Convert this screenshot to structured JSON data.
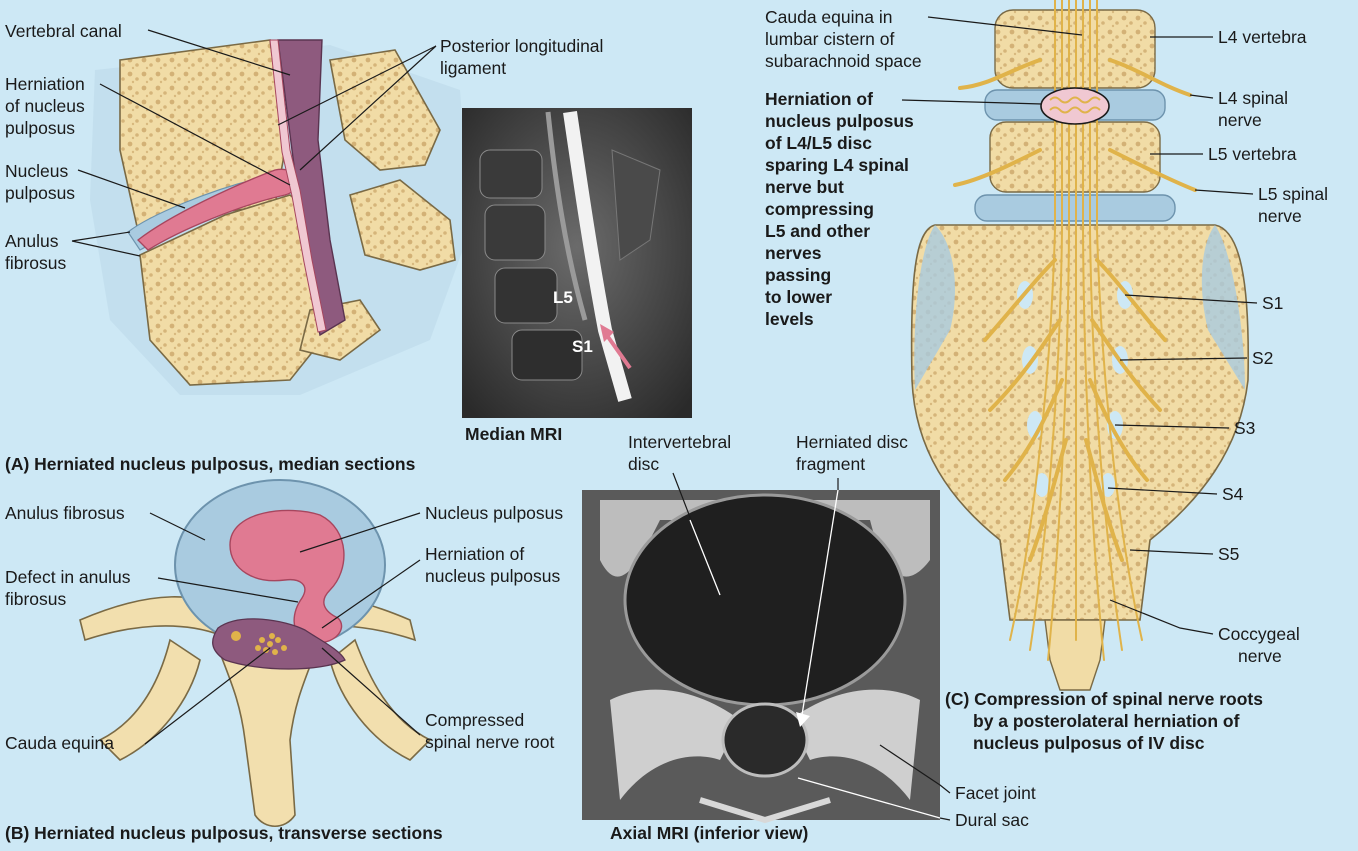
{
  "panel_a": {
    "caption": "(A) Herniated nucleus pulposus, median sections",
    "mri_caption": "Median MRI",
    "labels": {
      "vertebral_canal": "Vertebral canal",
      "herniation_1": "Herniation",
      "herniation_2": "of nucleus",
      "herniation_3": "pulposus",
      "nucleus_1": "Nucleus",
      "nucleus_2": "pulposus",
      "anulus_1": "Anulus",
      "anulus_2": "fibrosus",
      "pll_1": "Posterior longitudinal",
      "pll_2": "ligament",
      "mri_l5": "L5",
      "mri_s1": "S1"
    }
  },
  "panel_b": {
    "caption": "(B) Herniated nucleus pulposus, transverse sections",
    "mri_caption": "Axial MRI (inferior view)",
    "labels": {
      "anulus": "Anulus fibrosus",
      "defect_1": "Defect in anulus",
      "defect_2": "fibrosus",
      "nucleus": "Nucleus pulposus",
      "herniation_1": "Herniation of",
      "herniation_2": "nucleus pulposus",
      "cauda": "Cauda equina",
      "compressed_1": "Compressed",
      "compressed_2": "spinal nerve root",
      "iv_disc_1": "Intervertebral",
      "iv_disc_2": "disc",
      "fragment_1": "Herniated disc",
      "fragment_2": "fragment",
      "facet": "Facet joint",
      "dural": "Dural sac"
    }
  },
  "panel_c": {
    "caption_1": "(C) Compression of spinal nerve roots",
    "caption_2": "by a posterolateral herniation of",
    "caption_3": "nucleus pulposus of IV disc",
    "labels": {
      "cauda_1": "Cauda equina in",
      "cauda_2": "lumbar cistern of",
      "cauda_3": "subarachnoid space",
      "hern_1": "Herniation of",
      "hern_2": "nucleus pulposus",
      "hern_3": "of L4/L5 disc",
      "hern_4": "sparing L4 spinal",
      "hern_5": "nerve but",
      "hern_6": "compressing",
      "hern_7": "L5 and other",
      "hern_8": "nerves",
      "hern_9": "passing",
      "hern_10": "to lower",
      "hern_11": "levels",
      "l4_vert": "L4 vertebra",
      "l4_nerve_1": "L4 spinal",
      "l4_nerve_2": "nerve",
      "l5_vert": "L5 vertebra",
      "l5_nerve_1": "L5 spinal",
      "l5_nerve_2": "nerve",
      "s1": "S1",
      "s2": "S2",
      "s3": "S3",
      "s4": "S4",
      "s5": "S5",
      "coccygeal_1": "Coccygeal",
      "coccygeal_2": "nerve"
    }
  },
  "colors": {
    "background": "#cde8f5",
    "bone": "#f2dfae",
    "nucleus": "#e07a92",
    "canal": "#8e5a7e",
    "anulus": "#a9cbe0",
    "nerve": "#e0b34a"
  }
}
